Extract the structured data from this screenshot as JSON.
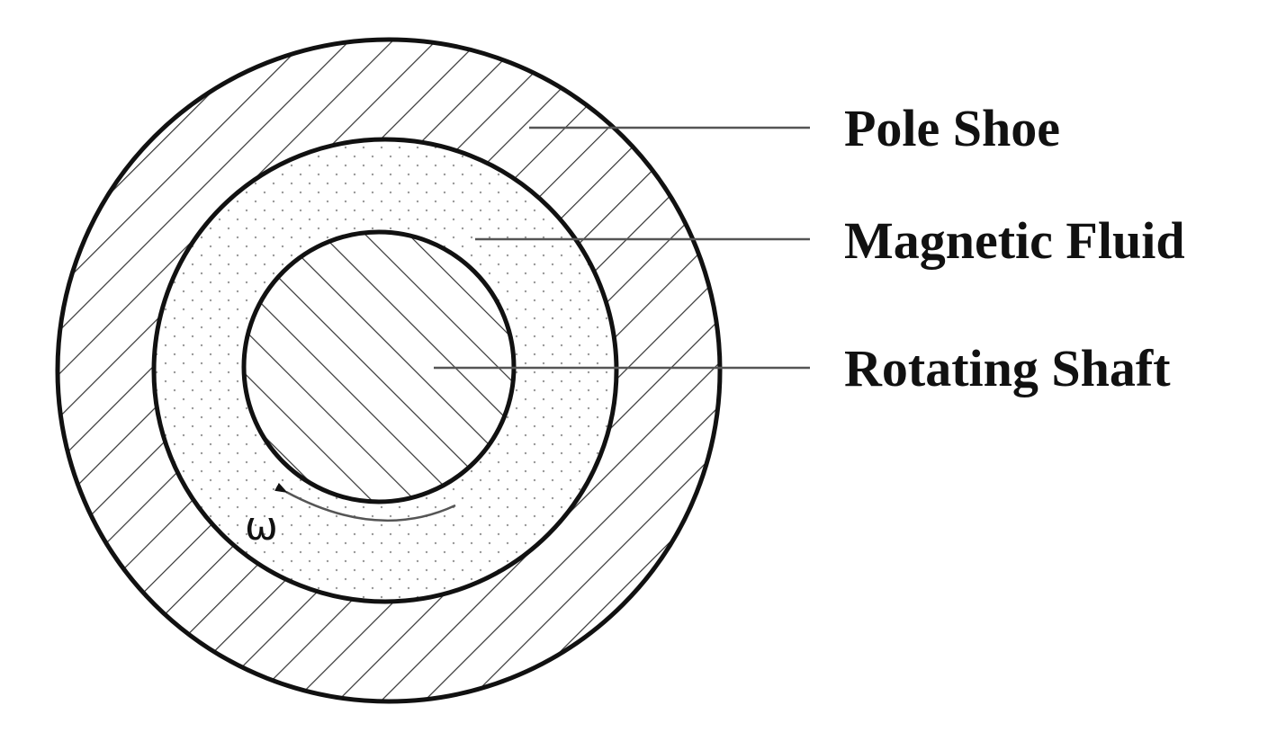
{
  "diagram": {
    "labels": {
      "pole_shoe": "Pole Shoe",
      "magnetic_fluid": "Magnetic Fluid",
      "rotating_shaft": "Rotating Shaft"
    },
    "rotation_symbol": "ω",
    "colors": {
      "stroke": "#111111",
      "hatch": "#333333",
      "dots": "#9a9a9a",
      "background": "#ffffff"
    }
  }
}
